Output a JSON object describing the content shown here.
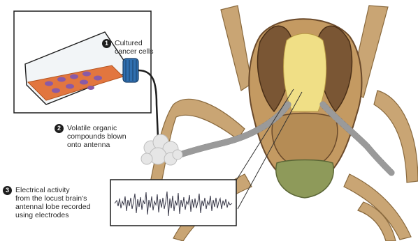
{
  "labels": [
    {
      "number": "1",
      "text": "Cultured\ncancer cells"
    },
    {
      "number": "2",
      "text": "Volatile organic\ncompounds blown\nonto antenna"
    },
    {
      "number": "3",
      "text": "Electrical activity\nfrom the locust brain's\nantennal lobe recorded\nusing electrodes"
    }
  ],
  "colors": {
    "flask_outline": "#1e1e1e",
    "flask_cap": "#2f6fb0",
    "culture_medium": "#e2763f",
    "cells": "#8a5aa6",
    "locust_body": "#c7a06b",
    "locust_face": "#efe08c",
    "locust_eye": "#6b4a2b",
    "antenna": "#6e6e6e",
    "vapor_cloud": "#e8e8e8",
    "trace": "#3a3a4a"
  }
}
